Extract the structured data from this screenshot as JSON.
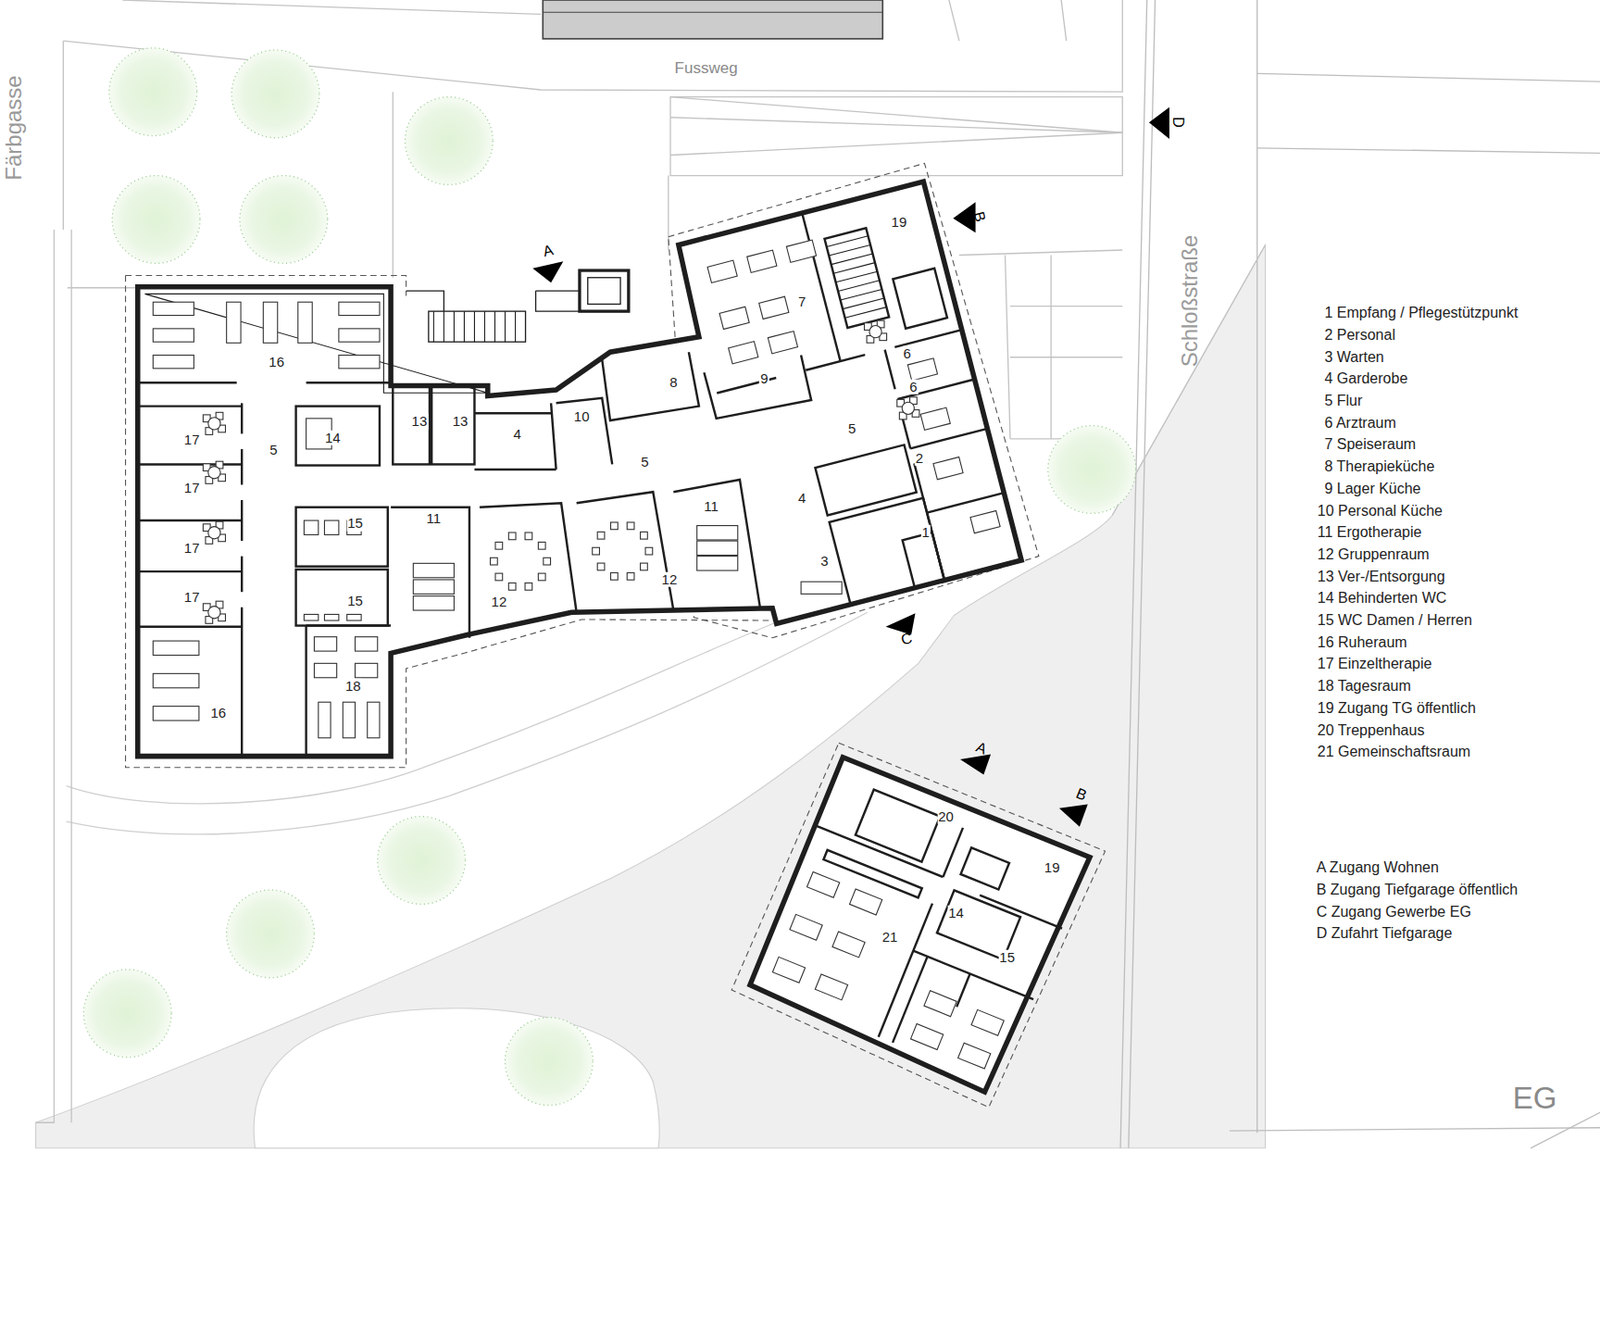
{
  "diagram": {
    "labels": [
      "Fussweg",
      "Färbgasse",
      "Schloßstraße",
      "D",
      "A",
      "B",
      "C",
      "A",
      "B",
      "EG",
      "16",
      "5",
      "14",
      "13",
      "13",
      "4",
      "10",
      "8",
      "9",
      "7",
      "19",
      "6",
      "6",
      "5",
      "2",
      "5",
      "11",
      "4",
      "1",
      "3",
      "17",
      "17",
      "17",
      "17",
      "15",
      "15",
      "11",
      "12",
      "12",
      "18",
      "16",
      "20",
      "19",
      "14",
      "15",
      "21",
      "1 Empfang / Pflegestützpunkt",
      "2 Personal",
      "3 Warten",
      "4 Garderobe",
      "5 Flur",
      "6 Arztraum",
      "7 Speiseraum",
      "8 Therapieküche",
      "9 Lager Küche",
      "10 Personal Küche",
      "11 Ergotherapie",
      "12 Gruppenraum",
      "13 Ver-/Entsorgung",
      "14 Behinderten WC",
      "15 WC Damen / Herren",
      "16 Ruheraum",
      "17 Einzeltherapie",
      "18 Tagesraum",
      "19 Zugang TG öffentlich",
      "20 Treppenhaus",
      "21 Gemeinschaftsraum",
      "A Zugang Wohnen",
      "B Zugang Tiefgarage öffentlich",
      "C Zugang Gewerbe EG",
      "D Zufahrt Tiefgarage"
    ]
  }
}
